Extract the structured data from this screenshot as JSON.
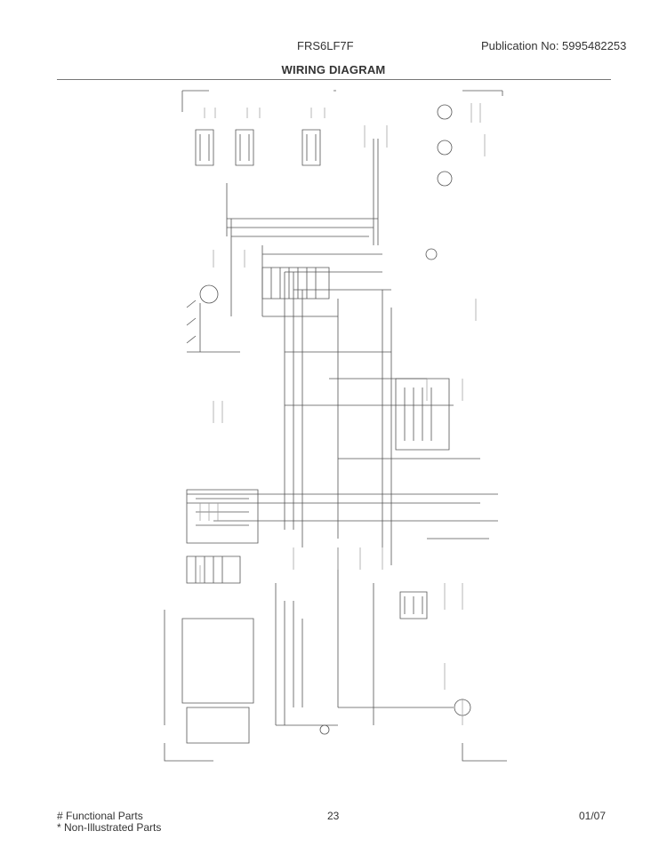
{
  "header": {
    "model": "FRS6LF7F",
    "publication": "Publication No:  5995482253"
  },
  "title": "WIRING DIAGRAM",
  "footer": {
    "legend_functional": "# Functional Parts",
    "legend_non_illustrated": "* Non-Illustrated Parts",
    "page_number": "23",
    "date": "01/07"
  }
}
